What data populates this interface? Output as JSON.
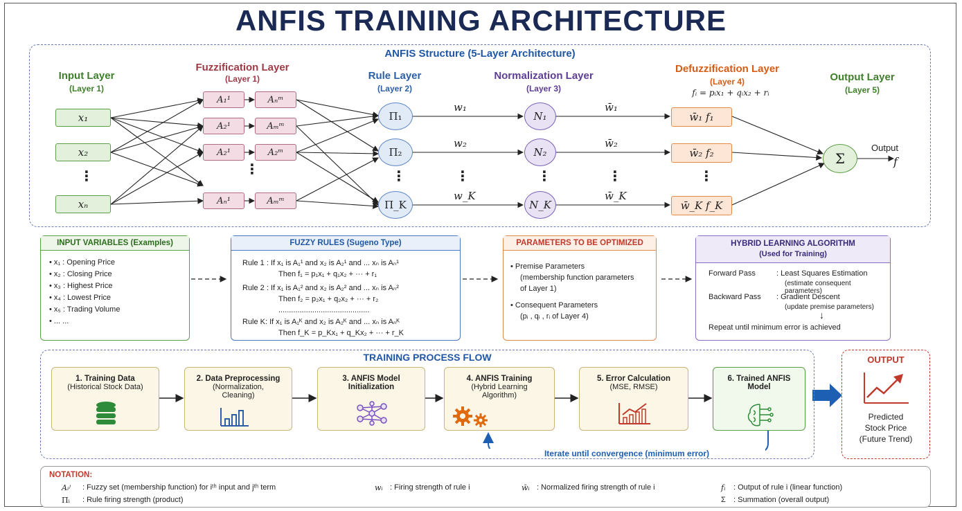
{
  "title": "ANFIS TRAINING ARCHITECTURE",
  "structure": {
    "section_title": "ANFIS Structure (5-Layer Architecture)",
    "layers": [
      {
        "title": "Input Layer",
        "sub": "(Layer 1)",
        "color": "#3f7f2c"
      },
      {
        "title": "Fuzzification Layer",
        "sub": "(Layer 1)",
        "color": "#9e3a45"
      },
      {
        "title": "Rule Layer",
        "sub": "(Layer 2)",
        "color": "#2b5fa8"
      },
      {
        "title": "Normalization Layer",
        "sub": "(Layer 3)",
        "color": "#5e3d96"
      },
      {
        "title": "Defuzzification Layer",
        "sub": "(Layer 4)",
        "color": "#d45d16"
      },
      {
        "title": "Output Layer",
        "sub": "(Layer 5)",
        "color": "#3f7f2c"
      }
    ],
    "defuzz_formula": "fᵢ = pᵢx₁ + qᵢx₂ + rᵢ",
    "inputs": [
      "x₁",
      "x₂",
      "⋮",
      "xₙ"
    ],
    "fuzz_left": [
      "A₁¹",
      "A₂¹",
      "A₂¹",
      "Aₙ¹"
    ],
    "fuzz_right": [
      "Aₙᵐ",
      "Aₘᵐ",
      "A₂ᵐ",
      "Aₘᵐ"
    ],
    "rules": [
      "Π₁",
      "Π₂",
      "Π_K"
    ],
    "weights": [
      "w₁",
      "w₂",
      "w_K"
    ],
    "norms": [
      "N₁",
      "N₂",
      "N_K"
    ],
    "norm_weights": [
      "w̄₁",
      "w̄₂",
      "w̄_K"
    ],
    "defuzz": [
      "w̄₁ f₁",
      "w̄₂ f₂",
      "w̄_K f_K"
    ],
    "sum_symbol": "Σ",
    "output_label": "Output",
    "output_symbol": "f"
  },
  "input_variables": {
    "header": "INPUT VARIABLES (Examples)",
    "items": [
      "•  x₁ :  Opening Price",
      "•  x₂ :  Closing Price",
      "•  x₃ :  Highest Price",
      "•  x₄ :  Lowest Price",
      "•  x₅ :  Trading Volume",
      "•  ...     ..."
    ]
  },
  "fuzzy_rules": {
    "header": "FUZZY RULES (Sugeno Type)",
    "lines": [
      "Rule 1 :  If x₁ is A₁¹ and x₂ is A₂¹ and ... xₙ is Aₙ¹",
      "Then  f₁ = p₁x₁ + q₁x₂ + ··· + r₁",
      "Rule 2 :  If x₁ is A₁² and x₂ is A₂² and ... xₙ is Aₙ²",
      "Then  f₂ = p₂x₁ + q₂x₂ + ··· + r₂",
      "...........................................",
      "Rule K:  If x₁ is A₁ᴷ and x₂ is A₂ᴷ and ... xₙ is Aₙᴷ",
      "Then  f_K = p_Kx₁ + q_Kx₂ + ··· + r_K"
    ]
  },
  "parameters": {
    "header": "PARAMETERS TO BE OPTIMIZED",
    "lines": [
      "•  Premise Parameters",
      "(membership function parameters",
      "of Layer 1)",
      "•  Consequent Parameters",
      "(pᵢ , qᵢ , rᵢ  of Layer 4)"
    ]
  },
  "hybrid": {
    "header": "HYBRID LEARNING ALGORITHM",
    "sub": "(Used for Training)",
    "forward_label": "Forward Pass",
    "forward_value": ":  Least Squares Estimation",
    "forward_note": "(estimate consequent parameters)",
    "backward_label": "Backward Pass",
    "backward_value": ":  Gradient Descent",
    "backward_note": "(update premise parameters)",
    "repeat": "Repeat until minimum error is achieved"
  },
  "process": {
    "section_title": "TRAINING PROCESS FLOW",
    "steps": [
      {
        "title": "1. Training Data",
        "sub": "(Historical Stock Data)",
        "icon": "database-icon",
        "color": "#2e8b3a"
      },
      {
        "title": "2. Data Preprocessing",
        "sub": "(Normalization, Cleaning)",
        "icon": "bar-chart-icon",
        "color": "#2b5fa8"
      },
      {
        "title": "3. ANFIS Model Initialization",
        "sub": "",
        "icon": "network-icon",
        "color": "#7a4fc0"
      },
      {
        "title": "4. ANFIS Training",
        "sub": "(Hybrid Learning Algorithm)",
        "icon": "gears-icon",
        "color": "#e06a10"
      },
      {
        "title": "5. Error Calculation",
        "sub": "(MSE, RMSE)",
        "icon": "error-chart-icon",
        "color": "#c0392b"
      },
      {
        "title": "6. Trained ANFIS Model",
        "sub": "",
        "icon": "brain-circuit-icon",
        "color": "#2e8b3a"
      }
    ],
    "loop_label": "Iterate until convergence (minimum error)"
  },
  "output_box": {
    "title": "OUTPUT",
    "lines": [
      "Predicted",
      "Stock Price",
      "(Future Trend)"
    ]
  },
  "notation": {
    "header": "NOTATION:",
    "items": [
      {
        "sym": "Aᵢʲ",
        "text": ":  Fuzzy set (membership function) for iᵗʰ input and jᵗʰ term"
      },
      {
        "sym": "wᵢ",
        "text": ":  Firing strength of rule i"
      },
      {
        "sym": "w̄ᵢ",
        "text": ":  Normalized firing strength of rule i"
      },
      {
        "sym": "fᵢ",
        "text": ":  Output of rule i (linear function)"
      },
      {
        "sym": "Πᵢ",
        "text": ":  Rule firing strength (product)"
      },
      {
        "sym": "Σ",
        "text": ":  Summation (overall output)"
      }
    ]
  }
}
